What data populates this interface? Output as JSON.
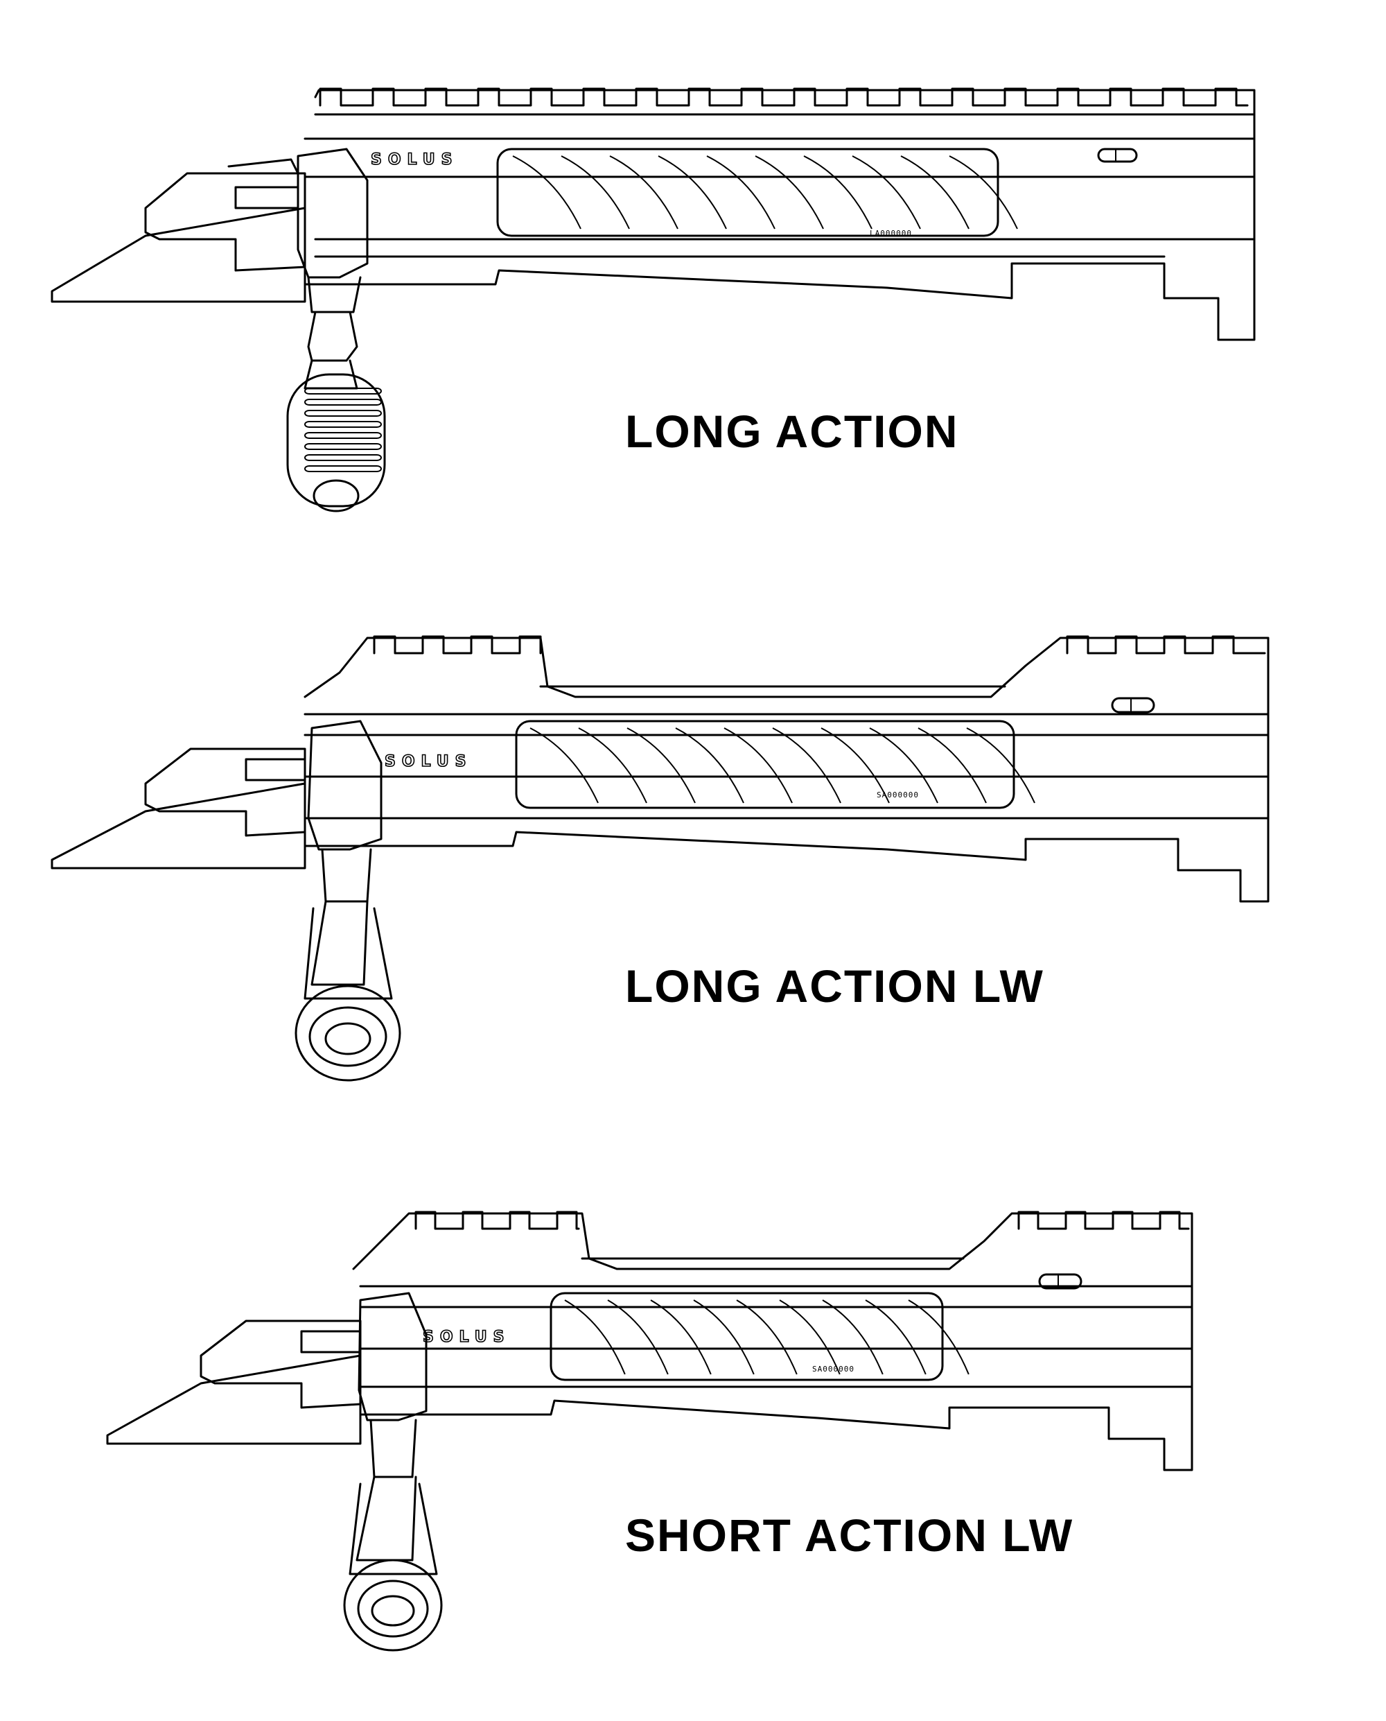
{
  "actions": [
    {
      "caption": "LONG ACTION",
      "brand": "SOLUS",
      "serial": "LA000000",
      "variant": "full-rail"
    },
    {
      "caption": "LONG ACTION LW",
      "brand": "SOLUS",
      "serial": "SA000000",
      "variant": "split-rail"
    },
    {
      "caption": "SHORT ACTION LW",
      "brand": "SOLUS",
      "serial": "SA000000",
      "variant": "split-rail-short"
    }
  ],
  "colors": {
    "ink": "#000000",
    "paper": "#ffffff"
  }
}
